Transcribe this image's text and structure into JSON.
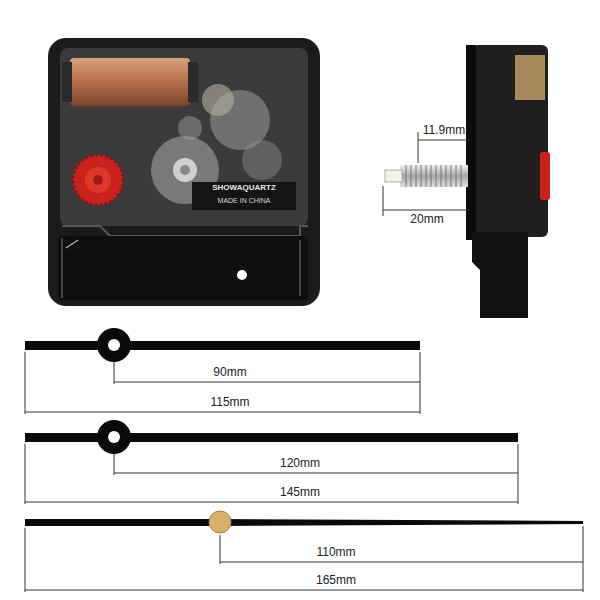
{
  "diagram": {
    "labels": [
      "SHOWAQUARTZ",
      "MADE IN CHINA",
      "11.9mm",
      "20mm",
      "90mm",
      "115mm",
      "120mm",
      "145mm",
      "110mm",
      "165mm"
    ]
  }
}
